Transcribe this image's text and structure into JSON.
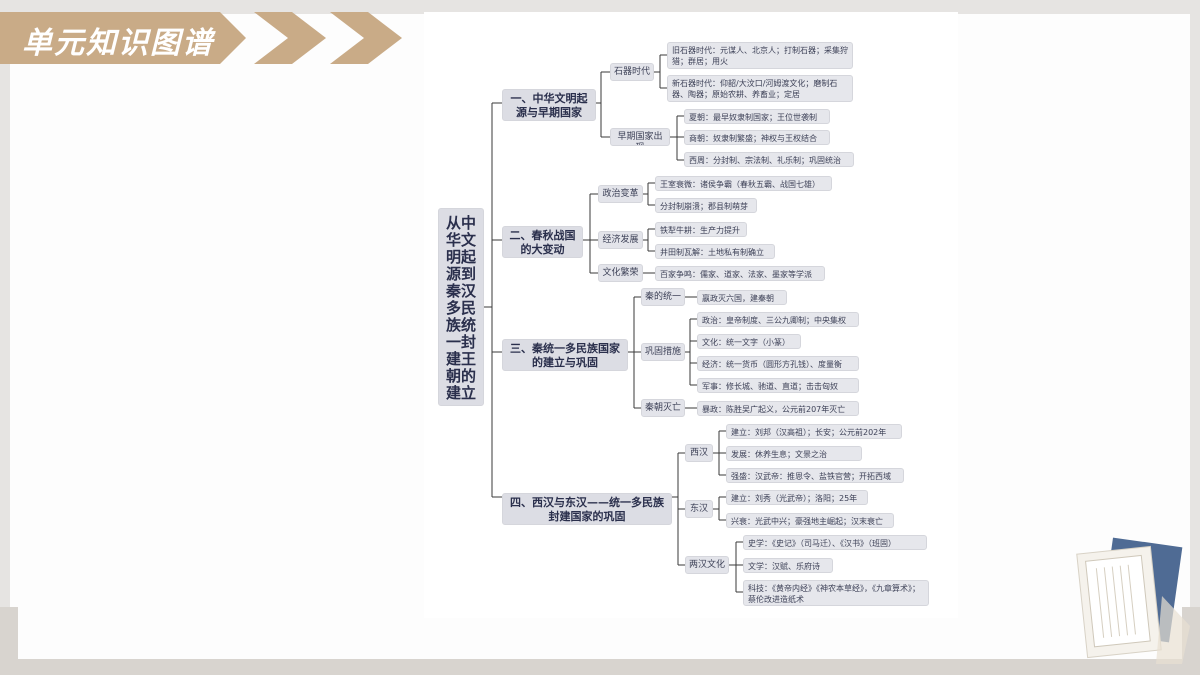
{
  "header": {
    "title": "单元知识图谱"
  },
  "mindmap": {
    "root": "从中华文明起源到秦汉多民族统一封建王朝的建立",
    "branches": [
      {
        "label": "一、中华文明起源与早期国家"
      },
      {
        "label": "二、春秋战国的大变动"
      },
      {
        "label": "三、秦统一多民族国家的建立与巩固"
      },
      {
        "label": "四、西汉与东汉——统一多民族封建国家的巩固"
      }
    ],
    "subs": {
      "b1_1": "石器时代",
      "b1_2": "早期国家出现",
      "b2_1": "政治变革",
      "b2_2": "经济发展",
      "b2_3": "文化繁荣",
      "b3_1": "秦的统一",
      "b3_2": "巩固措施",
      "b3_3": "秦朝灭亡",
      "b4_1": "西汉",
      "b4_2": "东汉",
      "b4_3": "两汉文化"
    },
    "leaves": {
      "l1": "旧石器时代：元谋人、北京人；打制石器；采集狩猎；群居；用火",
      "l2": "新石器时代：仰韶/大汶口/河姆渡文化；磨制石器、陶器；原始农耕、养畜业；定居",
      "l3": "夏朝：最早奴隶制国家；王位世袭制",
      "l4": "商朝：奴隶制繁盛；神权与王权结合",
      "l5": "西周：分封制、宗法制、礼乐制；巩固统治",
      "l6": "王室衰微：诸侯争霸（春秋五霸、战国七雄）",
      "l7": "分封制崩溃；郡县制萌芽",
      "l8": "铁犁牛耕：生产力提升",
      "l9": "井田制瓦解：土地私有制确立",
      "l10": "百家争鸣：儒家、道家、法家、墨家等学派",
      "l11": "嬴政灭六国，建秦朝",
      "l12": "政治：皇帝制度、三公九卿制；中央集权",
      "l13": "文化：统一文字（小篆）",
      "l14": "经济：统一货币（圆形方孔钱）、度量衡",
      "l15": "军事：修长城、驰道、直道；击击匈奴",
      "l16": "暴政：陈胜吴广起义，公元前207年灭亡",
      "l17": "建立：刘邦（汉高祖）；长安；公元前202年",
      "l18": "发展：休养生息；文景之治",
      "l19": "强盛：汉武帝：推恩令、盐铁官营；开拓西域",
      "l20": "建立：刘秀（光武帝）；洛阳；25年",
      "l21": "兴衰：光武中兴；豪强地主崛起；汉末衰亡",
      "l22": "史学：《史记》（司马迁）、《汉书》（班固）",
      "l23": "文学：汉赋、乐府诗",
      "l24": "科技：《黄帝内经》《神农本草经》，《九章算术》；蔡伦改进造纸术"
    }
  },
  "colors": {
    "banner": "#c9ab87",
    "node": "#e6e7ec",
    "line": "#3a3a3a",
    "text": "#3e4258"
  }
}
